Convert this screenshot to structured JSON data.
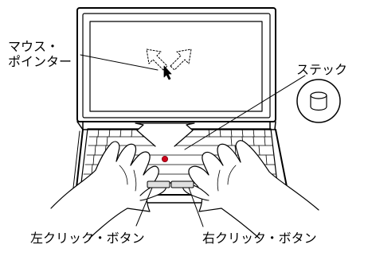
{
  "labels": {
    "mouse_pointer_line1": "マウス・",
    "mouse_pointer_line2": "ポインター",
    "stick": "ステック",
    "left_click": "左クリック・ボタン",
    "right_click": "右クリック・ボタン"
  }
}
